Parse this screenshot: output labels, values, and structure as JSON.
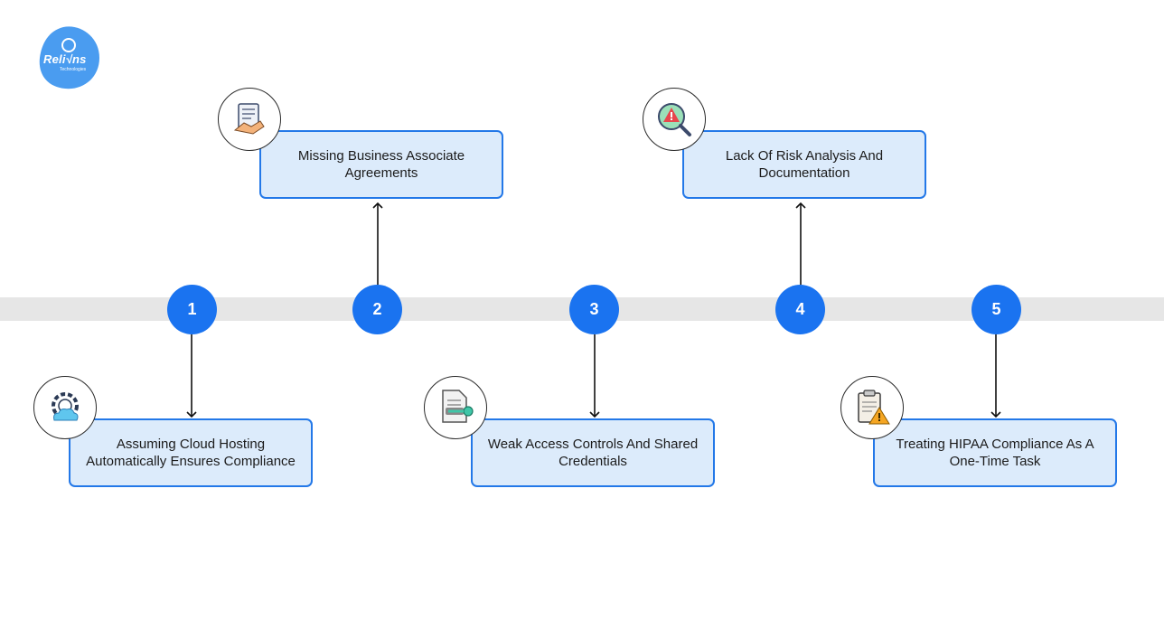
{
  "brand": {
    "name": "Reli√ns",
    "sub": "Technologies",
    "color": "#4a9cf0"
  },
  "steps": [
    {
      "number": "1",
      "title": "Assuming Cloud Hosting Automatically Ensures Compliance",
      "position": "below",
      "icon": "cloud-gear-icon"
    },
    {
      "number": "2",
      "title": "Missing Business Associate Agreements",
      "position": "above",
      "icon": "handshake-document-icon"
    },
    {
      "number": "3",
      "title": "Weak Access Controls And Shared Credentials",
      "position": "below",
      "icon": "document-key-icon"
    },
    {
      "number": "4",
      "title": "Lack Of Risk Analysis And Documentation",
      "position": "above",
      "icon": "magnifier-warning-icon"
    },
    {
      "number": "5",
      "title": "Treating HIPAA Compliance As A One-Time Task",
      "position": "below",
      "icon": "clipboard-warning-icon"
    }
  ],
  "colors": {
    "marker": "#1a73f0",
    "card_fill": "#dcebfb",
    "card_border": "#2378e8",
    "band": "#e6e6e6"
  }
}
